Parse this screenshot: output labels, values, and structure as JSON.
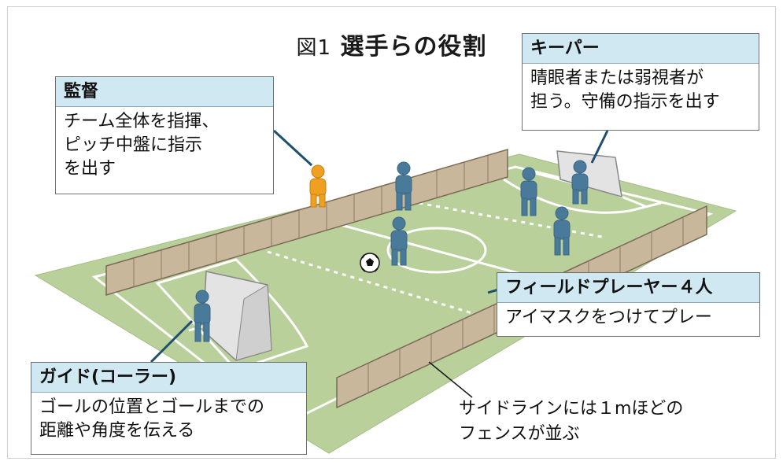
{
  "title": {
    "prefix": "図1",
    "text": "選手らの役割"
  },
  "boxes": {
    "coach": {
      "heading": "監督",
      "lines": [
        "チーム全体を指揮、",
        "ピッチ中盤に指示",
        "を出す"
      ]
    },
    "keeper": {
      "heading": "キーパー",
      "lines": [
        "晴眼者または弱視者が",
        "担う。守備の指示を出す"
      ]
    },
    "field": {
      "heading": "フィールドプレーヤー４人",
      "lines": [
        "アイマスクをつけてプレー"
      ]
    },
    "guide": {
      "heading": "ガイド(コーラー)",
      "lines": [
        "ゴールの位置とゴールまでの",
        "距離や角度を伝える"
      ]
    }
  },
  "fence_note": {
    "lines": [
      "サイドラインには１mほどの",
      "フェンスが並ぶ"
    ]
  },
  "colors": {
    "pitch": "#b9d09a",
    "lines": "#ffffff",
    "fence": "#c9b79c",
    "player": "#4a7a9a",
    "coach": "#f0a020",
    "header": "#cfe8f2"
  }
}
